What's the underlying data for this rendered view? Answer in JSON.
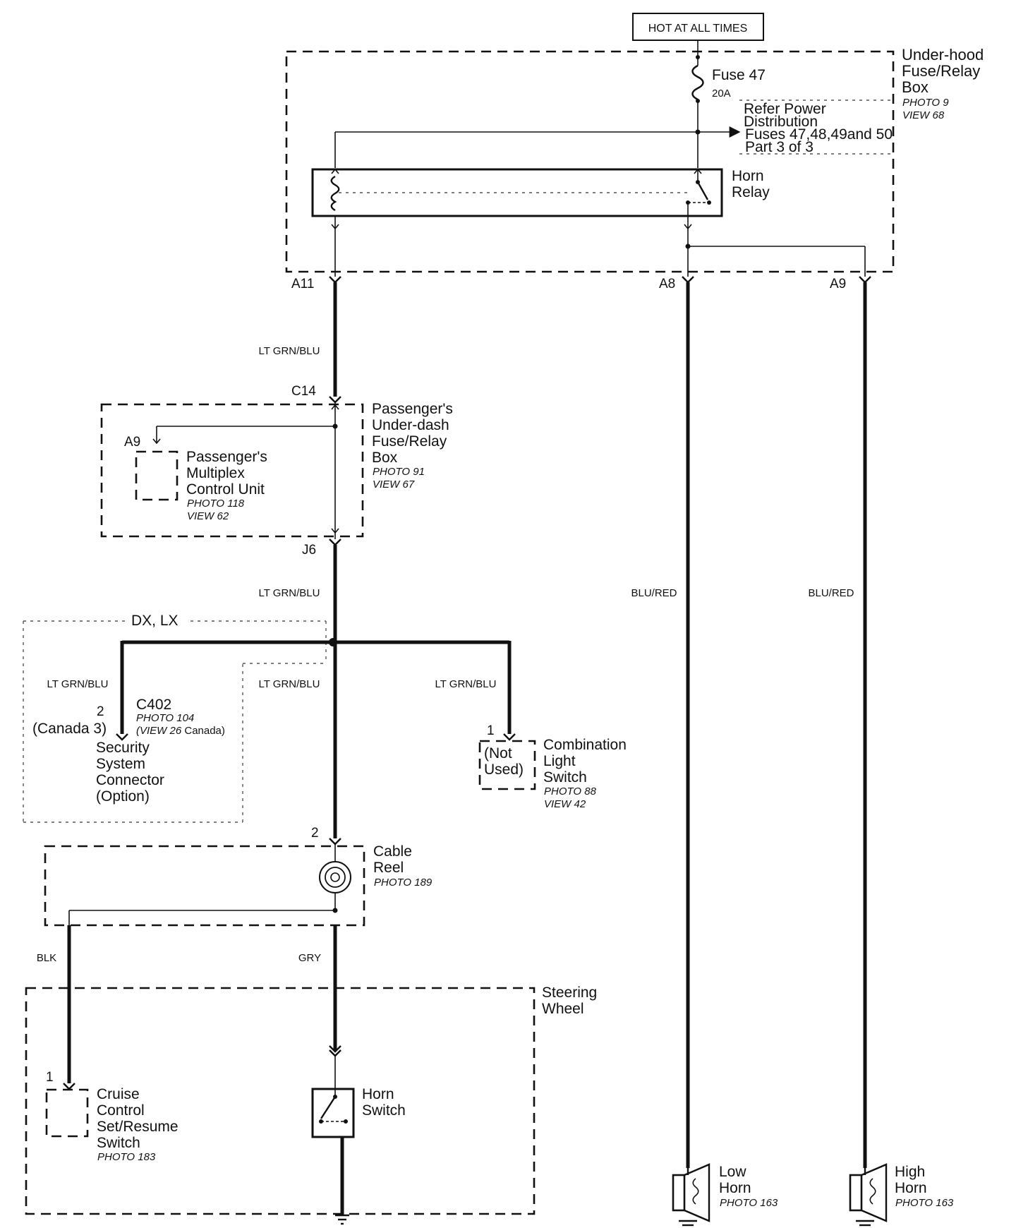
{
  "power": {
    "hot_label": "HOT AT ALL TIMES"
  },
  "underhood": {
    "title_l1": "Under-hood",
    "title_l2": "Fuse/Relay",
    "title_l3": "Box",
    "photo": "PHOTO 9",
    "view": "VIEW 68",
    "fuse_name": "Fuse 47",
    "fuse_rating": "20A",
    "refer_l1": "Refer Power",
    "refer_l2": "Distribution",
    "refer_l3": "Fuses 47,48,49and 50",
    "refer_l4": "Part 3 of 3",
    "relay_l1": "Horn",
    "relay_l2": "Relay",
    "pin_a11": "A11",
    "pin_a8": "A8",
    "pin_a9": "A9"
  },
  "wires": {
    "ltgrnblu": "LT GRN/BLU",
    "blured": "BLU/RED",
    "blk": "BLK",
    "gry": "GRY"
  },
  "underdash": {
    "title_l1": "Passenger's",
    "title_l2": "Under-dash",
    "title_l3": "Fuse/Relay",
    "title_l4": "Box",
    "photo": "PHOTO 91",
    "view": "VIEW 67",
    "pin_c14": "C14",
    "pin_j6": "J6",
    "pin_a9": "A9"
  },
  "mcu": {
    "l1": "Passenger's",
    "l2": "Multiplex",
    "l3": "Control Unit",
    "photo": "PHOTO 118",
    "view": "VIEW 62"
  },
  "option_area": {
    "label": "DX, LX"
  },
  "security": {
    "pin": "2",
    "pin_canada": "(Canada 3)",
    "connector": "C402",
    "photo": "PHOTO 104",
    "view_prefix": "(VIEW 26",
    "view_suffix": "Canada)",
    "l1": "Security",
    "l2": "System",
    "l3": "Connector",
    "l4": "(Option)"
  },
  "combo": {
    "pin": "1",
    "not_l1": "(Not",
    "not_l2": "Used)",
    "l1": "Combination",
    "l2": "Light",
    "l3": "Switch",
    "photo": "PHOTO 88",
    "view": "VIEW 42"
  },
  "cable_reel": {
    "pin": "2",
    "l1": "Cable",
    "l2": "Reel",
    "photo": "PHOTO 189"
  },
  "steering": {
    "l1": "Steering",
    "l2": "Wheel"
  },
  "cruise": {
    "pin": "1",
    "l1": "Cruise",
    "l2": "Control",
    "l3": "Set/Resume",
    "l4": "Switch",
    "photo": "PHOTO 183"
  },
  "horn_switch": {
    "l1": "Horn",
    "l2": "Switch"
  },
  "low_horn": {
    "l1": "Low",
    "l2": "Horn",
    "photo": "PHOTO 163"
  },
  "high_horn": {
    "l1": "High",
    "l2": "Horn",
    "photo": "PHOTO 163"
  }
}
